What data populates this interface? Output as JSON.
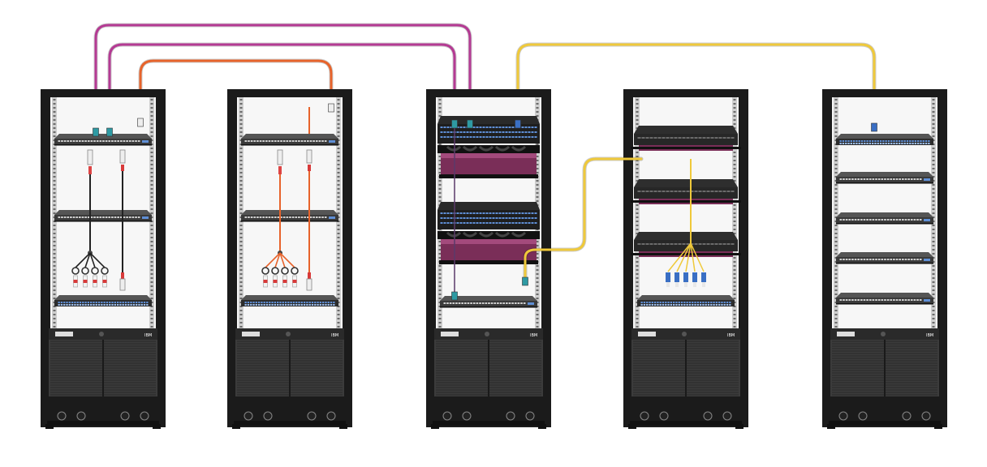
{
  "colors": {
    "magenta_cable": "#b43a93",
    "orange_cable": "#e7632b",
    "yellow_cable": "#efc93a",
    "rack_frame": "#1b1b1b",
    "rack_inner": "#f7f7f7",
    "switch_body": "#3a3a3a",
    "patch_panel": "#272727",
    "cassette": "#7a2e58",
    "port_blue": "#5f8fd6",
    "lc_connector": "#3a6fc4",
    "transceiver_red": "#d83a3a"
  },
  "racks": [
    {
      "name": "rack-1",
      "brand": "IBM",
      "contents": [
        "switch",
        "breakout-cables",
        "switch",
        "switch"
      ]
    },
    {
      "name": "rack-2",
      "brand": "IBM",
      "contents": [
        "switch",
        "breakout-cables",
        "switch",
        "switch"
      ]
    },
    {
      "name": "rack-3",
      "brand": "IBM",
      "contents": [
        "fiber-enclosure",
        "fiber-enclosure",
        "switch"
      ]
    },
    {
      "name": "rack-4",
      "brand": "IBM",
      "contents": [
        "patch-panel",
        "patch-panel",
        "patch-panel",
        "switch"
      ]
    },
    {
      "name": "rack-5",
      "brand": "IBM",
      "contents": [
        "switch",
        "switch",
        "switch",
        "switch",
        "switch"
      ]
    }
  ],
  "cables": [
    {
      "name": "magenta-trunk-outer",
      "color": "magenta",
      "from": "rack-1",
      "to": "rack-3"
    },
    {
      "name": "magenta-trunk-inner",
      "color": "magenta",
      "from": "rack-1",
      "to": "rack-3"
    },
    {
      "name": "orange-trunk",
      "color": "orange",
      "from": "rack-1",
      "to": "rack-2"
    },
    {
      "name": "yellow-trunk-top",
      "color": "yellow",
      "from": "rack-3",
      "to": "rack-5"
    },
    {
      "name": "yellow-trunk-side",
      "color": "yellow",
      "from": "rack-3",
      "to": "rack-4"
    }
  ]
}
